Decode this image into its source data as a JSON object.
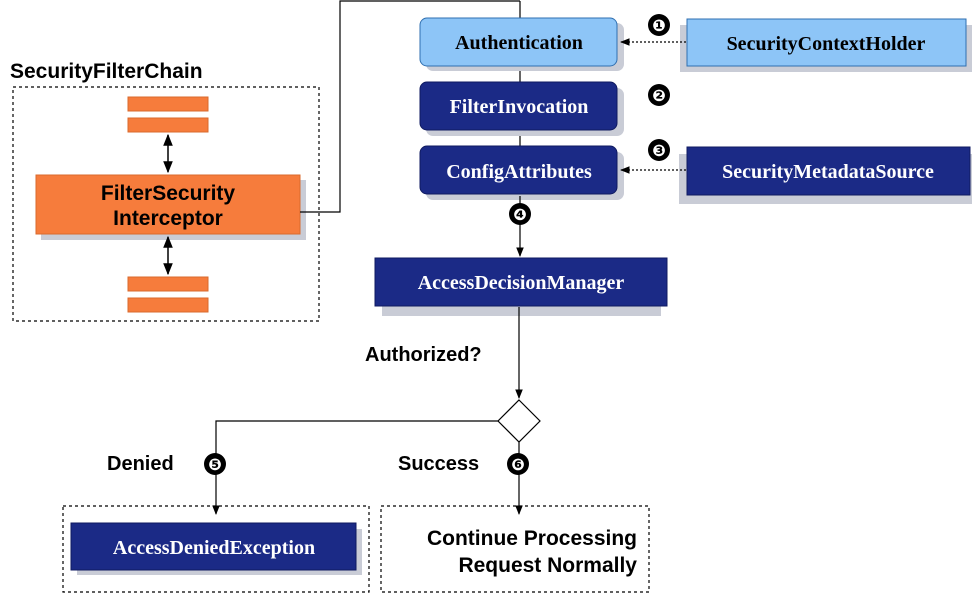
{
  "chain": {
    "title": "SecurityFilterChain",
    "interceptor_line1": "FilterSecurity",
    "interceptor_line2": "Interceptor"
  },
  "boxes": {
    "authentication": "Authentication",
    "security_context_holder": "SecurityContextHolder",
    "filter_invocation": "FilterInvocation",
    "config_attributes": "ConfigAttributes",
    "security_metadata_source": "SecurityMetadataSource",
    "access_decision_manager": "AccessDecisionManager",
    "access_denied_exception": "AccessDeniedException"
  },
  "labels": {
    "authorized": "Authorized?",
    "denied": "Denied",
    "success": "Success",
    "continue_line1": "Continue Processing",
    "continue_line2": "Request Normally"
  },
  "steps": [
    "❶",
    "❷",
    "❸",
    "❹",
    "❺",
    "❻"
  ],
  "colors": {
    "orange": "#f67c3c",
    "dark_blue": "#1b2a86",
    "light_blue": "#8dc5f7",
    "shadow": "#c9ccd6"
  }
}
